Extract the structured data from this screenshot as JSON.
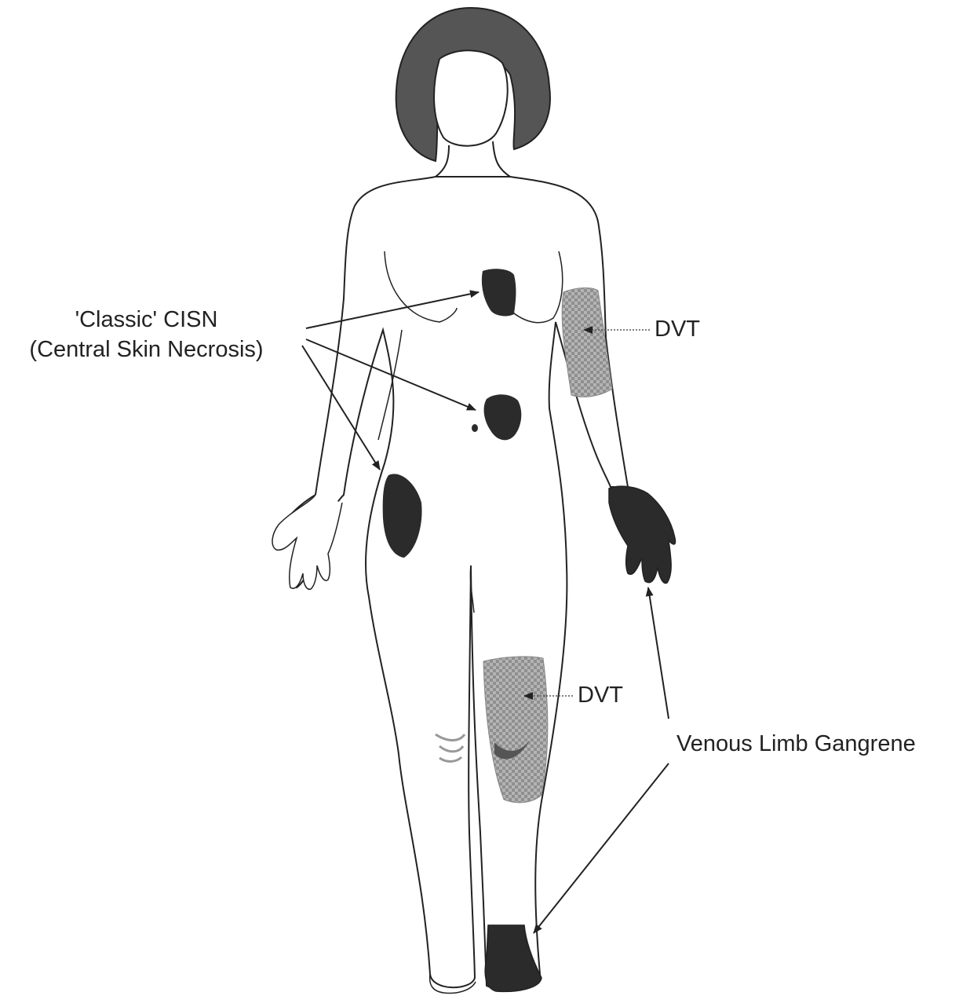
{
  "labels": {
    "cisn_line1": "'Classic' CISN",
    "cisn_line2": "(Central Skin Necrosis)",
    "dvt_arm": "DVT",
    "dvt_leg": "DVT",
    "gangrene": "Venous Limb Gangrene"
  },
  "colors": {
    "outline": "#222222",
    "necrosis": "#2b2b2b",
    "hair": "#555555",
    "dvt_fill": "#aaaaaa"
  }
}
